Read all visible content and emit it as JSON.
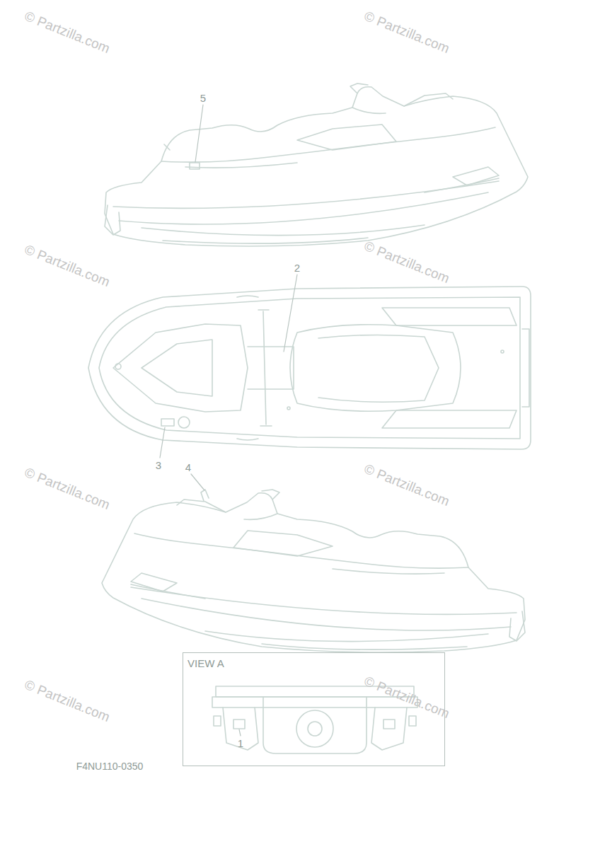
{
  "diagram": {
    "nodes": [
      {
        "text": [
          "VIEW A"
        ]
      }
    ],
    "labels": [
      "5",
      "2",
      "3",
      "4",
      "1",
      "F4NU110-0350",
      "© Partzilla.com",
      "© Partzilla.com",
      "© Partzilla.com",
      "© Partzilla.com",
      "© Partzilla.com",
      "© Partzilla.com",
      "© Partzilla.com",
      "© Partzilla.com"
    ]
  }
}
